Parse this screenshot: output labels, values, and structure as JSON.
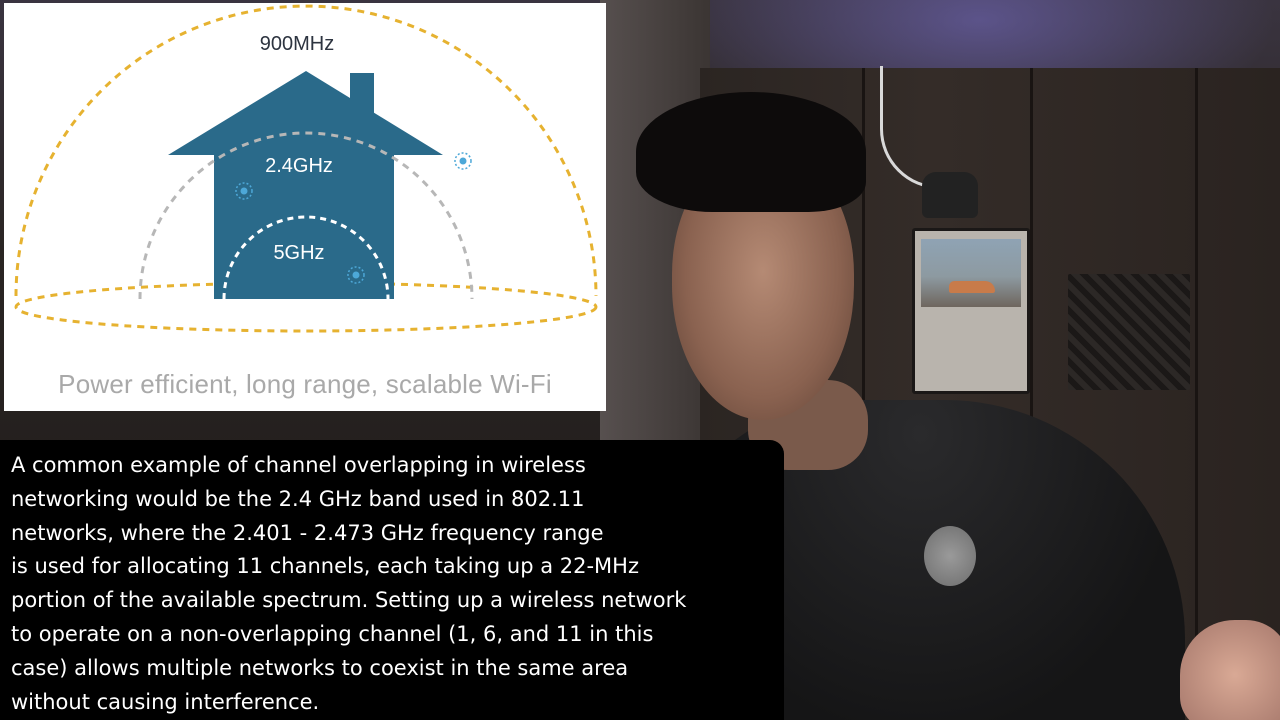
{
  "slide": {
    "band_900": "900MHz",
    "band_24": "2.4GHz",
    "band_5": "5GHz",
    "caption": "Power efficient, long range, scalable Wi-Fi"
  },
  "colors": {
    "house": "#2a6a8a",
    "dome_900": "#e6b230",
    "arc_24": "#b7b7b7",
    "arc_5": "#ffffff",
    "signal_icon": "#4da8d8"
  },
  "subtitle": {
    "lines": [
      "A common example of channel overlapping in wireless",
      "networking would be the 2.4 GHz band used in 802.11",
      "networks, where the 2.401 - 2.473 GHz frequency range",
      "is used for allocating 11 channels, each taking up a 22-MHz",
      "portion of the available spectrum. Setting up a wireless network",
      "to operate on a non-overlapping channel (1, 6, and 11 in this",
      "case) allows multiple networks to coexist in the same area",
      "without causing interference."
    ]
  }
}
